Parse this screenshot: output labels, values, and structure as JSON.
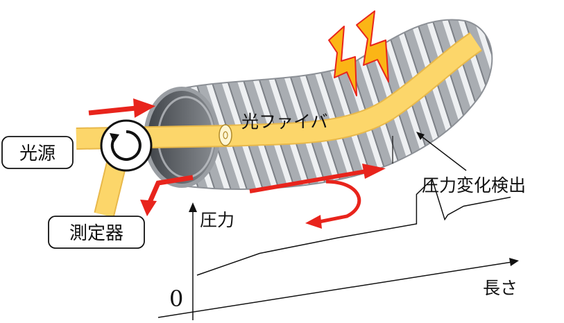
{
  "labels": {
    "light_source": "光源",
    "detector": "測定器",
    "fiber": "光ファイバ",
    "pressure_detect": "圧力変化検出",
    "y_axis": "圧力",
    "x_axis": "長さ",
    "origin": "0"
  },
  "colors": {
    "fiber": "#fcd66a",
    "fiber_edge": "#e8b84a",
    "hose_body": "#a9adb2",
    "hose_ring": "#eef0f2",
    "hose_dark": "#6c7075",
    "arrow": "#e8241c",
    "lightning": "#fbb516",
    "lightning_edge": "#e8241c"
  },
  "icons": {
    "circulator": "circular-arrow-icon",
    "impact": "lightning-icon"
  },
  "chart_data": {
    "type": "line",
    "title": "",
    "xlabel": "長さ",
    "ylabel": "圧力",
    "x_ticks": [],
    "y_ticks": [
      "0"
    ],
    "grid": false,
    "legend": "none",
    "series": [
      {
        "x": [
          0,
          0.2,
          0.45,
          0.7,
          0.7,
          0.75,
          0.79,
          0.8,
          0.85,
          1.0
        ],
        "y": [
          0.1,
          0.45,
          0.55,
          0.6,
          1.45,
          1.82,
          0.6,
          0.72,
          0.9,
          0.95
        ]
      }
    ]
  }
}
